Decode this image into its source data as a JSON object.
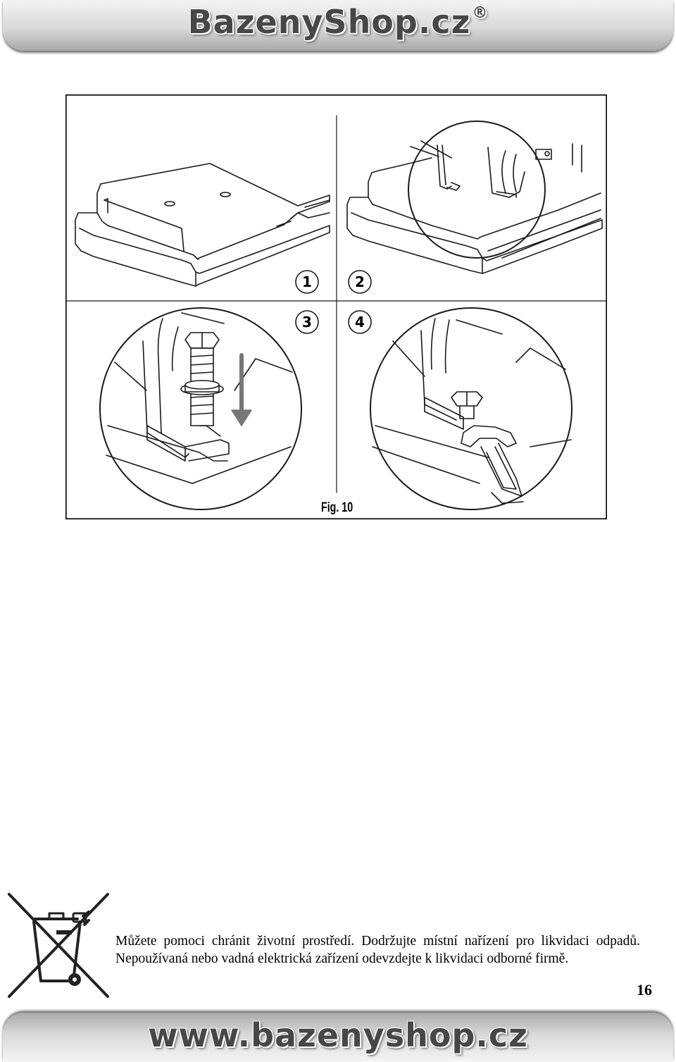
{
  "header": {
    "brand": "BazenyShop.cz",
    "registered_mark": "®"
  },
  "figure": {
    "label": "Fig. 10",
    "steps": [
      "1",
      "2",
      "3",
      "4"
    ]
  },
  "notice": {
    "text": "Můžete pomoci chránit životní prostředí. Dodržujte místní nařízení pro likvidaci odpadů. Nepoužívaná nebo vadná elektrická zařízení odevzdejte k likvidaci odborné firmě."
  },
  "page_number": "16",
  "footer": {
    "url": "www.bazenyshop.cz"
  },
  "colors": {
    "bar_mid": "#d9d9d9",
    "brand_text": "#474747"
  }
}
